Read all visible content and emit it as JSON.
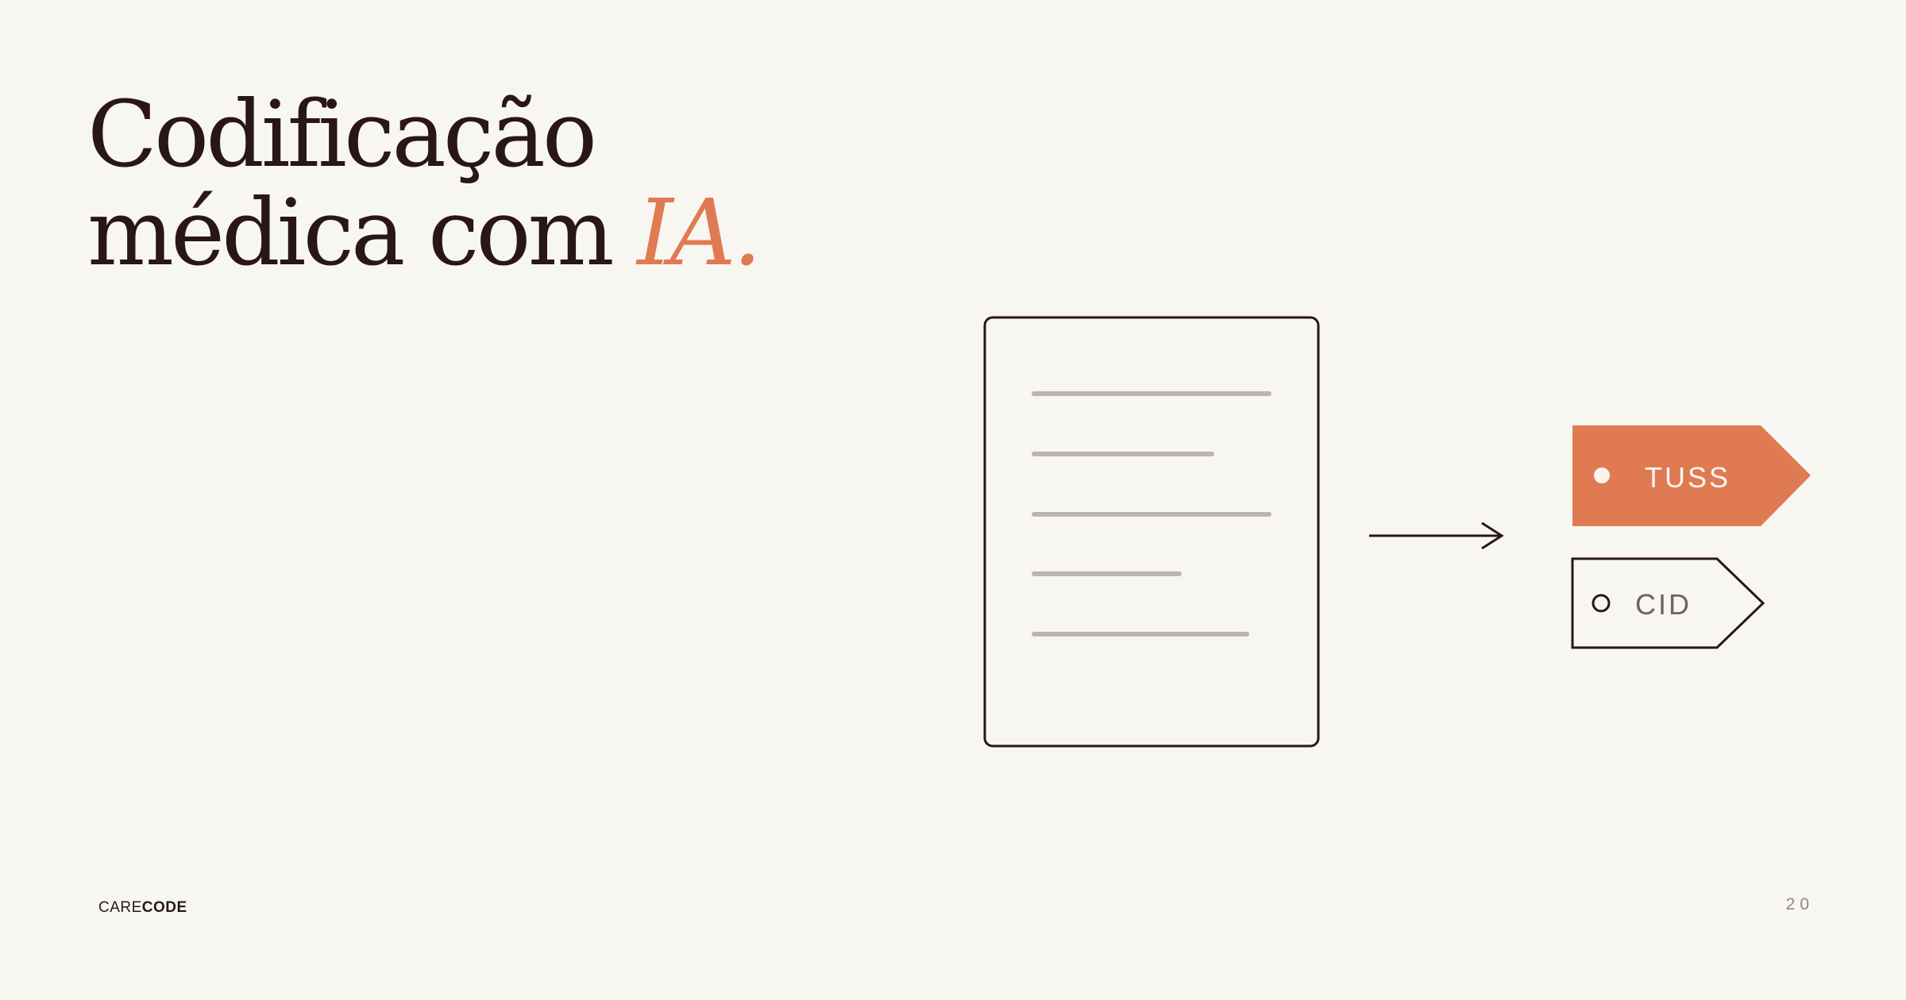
{
  "slide": {
    "title_line1": "Codificação",
    "title_line2_prefix": "médica com ",
    "title_line2_accent": "IA.",
    "page_number": "20"
  },
  "brand": {
    "care": "CARE",
    "code": "CODE"
  },
  "tags": [
    {
      "label": "TUSS",
      "style": "filled"
    },
    {
      "label": "CID",
      "style": "outlined"
    }
  ],
  "illustration": {
    "document_icon": "document-icon",
    "arrow_icon": "arrow-right-icon"
  },
  "colors": {
    "background": "#f8f6f1",
    "text": "#2a1616",
    "accent": "#e07a52",
    "muted_lines": "#bcb4ae"
  }
}
